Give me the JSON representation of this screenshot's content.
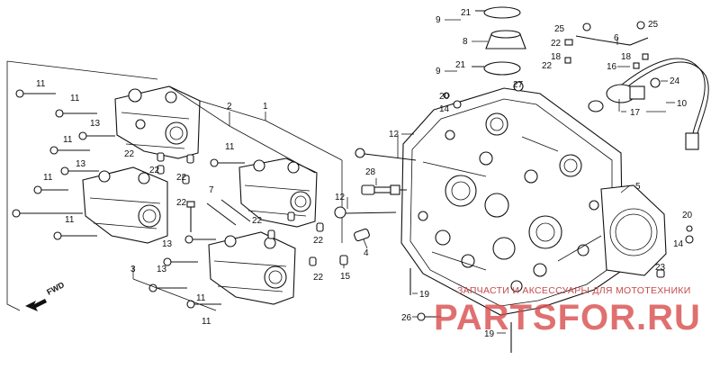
{
  "diagram": {
    "watermark_caption": "ЗАПЧАСТИ И АКСЕССУАРЫ ДЛЯ МОТОТЕХНИКИ",
    "watermark_brand": "PARTSFOR.RU",
    "direction_label": "FWD",
    "callouts": {
      "c1": "1",
      "c2": "2",
      "c3": "3",
      "c4": "4",
      "c5": "5",
      "c6": "6",
      "c7": "7",
      "c8": "8",
      "c9a": "9",
      "c9b": "9",
      "c10": "10",
      "c11a": "11",
      "c11b": "11",
      "c11c": "11",
      "c11d": "11",
      "c11e": "11",
      "c11f": "11",
      "c11g": "11",
      "c11h": "11",
      "c12a": "12",
      "c12b": "12",
      "c13a": "13",
      "c13b": "13",
      "c13c": "13",
      "c13d": "13",
      "c14a": "14",
      "c14b": "14",
      "c15": "15",
      "c16": "16",
      "c17": "17",
      "c18a": "18",
      "c18b": "18",
      "c19a": "19",
      "c19b": "19",
      "c20a": "20",
      "c20b": "20",
      "c21a": "21",
      "c21b": "21",
      "c22a": "22",
      "c22b": "22",
      "c22c": "22",
      "c22d": "22",
      "c22e": "22",
      "c22f": "22",
      "c22g": "22",
      "c23": "23",
      "c24": "24",
      "c25a": "25",
      "c25b": "25",
      "c26": "26",
      "c27": "27",
      "c28": "28"
    }
  }
}
